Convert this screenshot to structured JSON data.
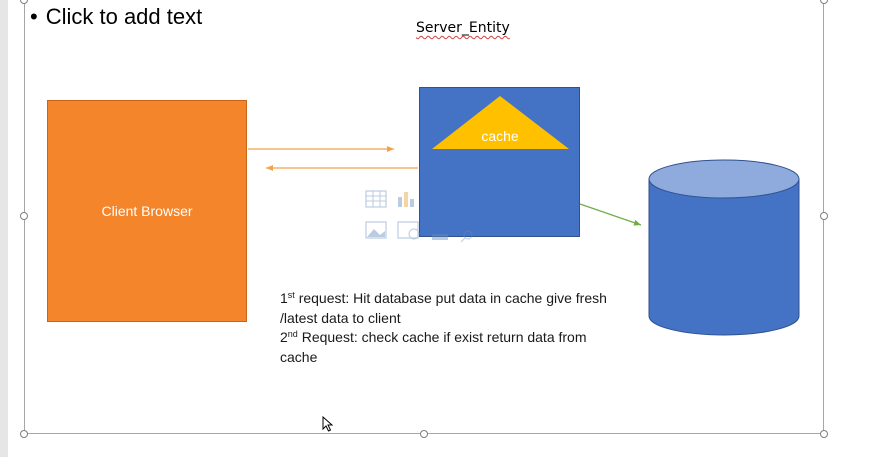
{
  "slide": {
    "placeholder": {
      "bullet": "•",
      "text": "Click to add text"
    },
    "server_label": "Server_Entity"
  },
  "diagram": {
    "client_box_label": "Client Browser",
    "cache_label": "cache",
    "colors": {
      "client": "#f5852a",
      "server": "#4472c4",
      "cache": "#ffc000",
      "database_body": "#4472c4",
      "database_top": "#8faadc",
      "request_arrow": "#f4a14a",
      "db_arrow": "#70ad47"
    }
  },
  "note": {
    "line1": {
      "ordinal": "1",
      "suffix": "st",
      "text": " request: Hit database put data in cache give fresh /latest data to client"
    },
    "line2": {
      "ordinal": "2",
      "suffix": "nd",
      "text": " Request: check cache if exist return data from cache"
    }
  },
  "icons": [
    "table-icon",
    "chart-icon",
    "picture-icon",
    "online-picture-icon",
    "video-icon",
    "smartart-icon"
  ]
}
